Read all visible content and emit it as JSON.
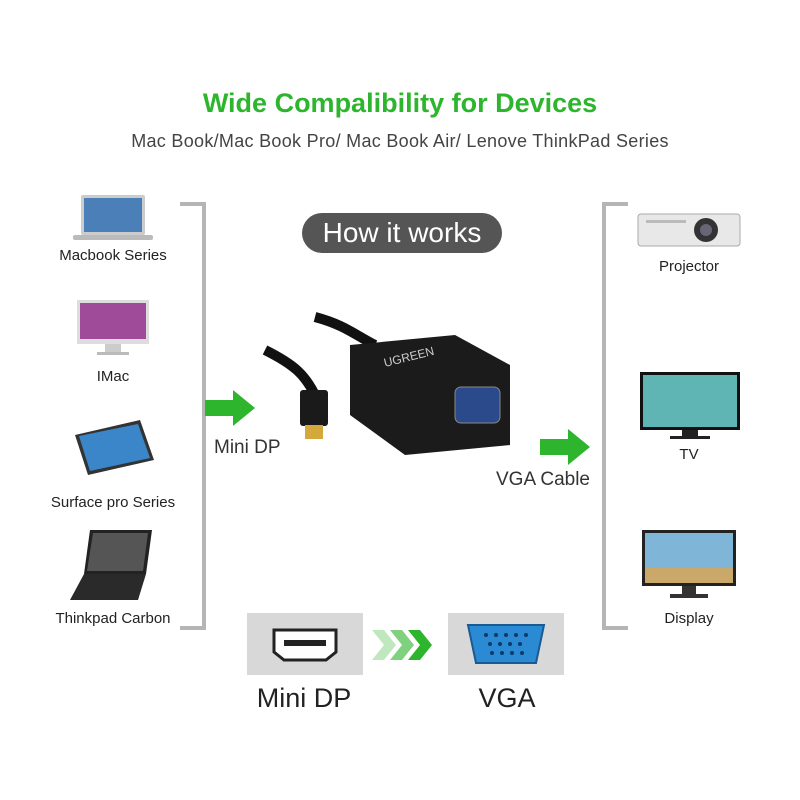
{
  "header": {
    "title": "Wide Compalibility for Devices",
    "subtitle": "Mac Book/Mac Book Pro/ Mac Book Air/ Lenove ThinkPad Series"
  },
  "badge": "How it works",
  "left_devices": [
    {
      "label": "Macbook Series",
      "icon": "laptop-icon"
    },
    {
      "label": "IMac",
      "icon": "imac-icon"
    },
    {
      "label": "Surface pro Series",
      "icon": "tablet-icon"
    },
    {
      "label": "Thinkpad Carbon",
      "icon": "laptop-icon"
    }
  ],
  "right_devices": [
    {
      "label": "Projector",
      "icon": "projector-icon"
    },
    {
      "label": "TV",
      "icon": "tv-icon"
    },
    {
      "label": "Display",
      "icon": "monitor-icon"
    }
  ],
  "adapter": {
    "brand": "UGREEN",
    "input_label": "Mini DP",
    "output_label": "VGA Cable"
  },
  "bottom": {
    "from": "Mini DP",
    "to": "VGA"
  },
  "colors": {
    "green": "#2db52d",
    "badge": "#555555",
    "bracket": "#b5b5b5"
  }
}
